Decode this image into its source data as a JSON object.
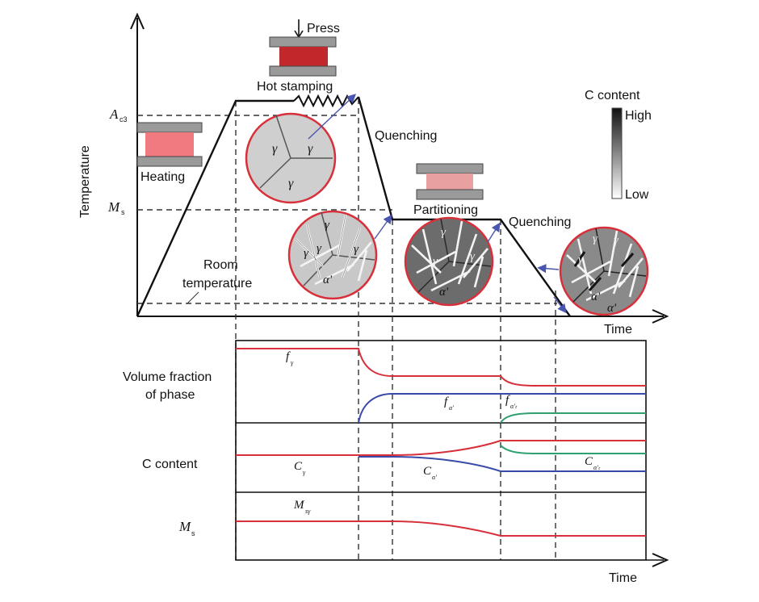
{
  "top": {
    "y_axis_label": "Temperature",
    "x_axis_label": "Time",
    "ac3_main": "A",
    "ac3_sub": "c3",
    "ms_label": "M",
    "ms_sub": "s",
    "room_temperature_line1": "Room",
    "room_temperature_line2": "temperature",
    "press_label": "Press",
    "hot_stamping_label": "Hot stamping",
    "heating_label": "Heating",
    "partitioning_label": "Partitioning",
    "quenching_label_1": "Quenching",
    "quenching_label_2": "Quenching"
  },
  "legend": {
    "title": "C content",
    "high": "High",
    "low": "Low"
  },
  "phases": {
    "gamma": "γ",
    "alpha_prime": "α'"
  },
  "bottom": {
    "volume_fraction_line1": "Volume fraction",
    "volume_fraction_line2": "of phase",
    "c_content_label": "C content",
    "ms_main": "M",
    "ms_sub": "s",
    "x_axis_label": "Time",
    "f_gamma_main": "f",
    "f_gamma_sub": "γ",
    "f_alpha_main": "f",
    "f_alpha_sub": "α'",
    "f_alpha_t_main": "f",
    "f_alpha_t_sub": "α'ₜ",
    "c_gamma_main": "C",
    "c_gamma_sub": "γ",
    "c_alpha_main": "C",
    "c_alpha_sub": "α'",
    "c_alpha_t_main": "C",
    "c_alpha_t_sub": "α'ₜ",
    "ms_gamma_main": "M",
    "ms_gamma_sub": "sγ"
  },
  "colors": {
    "red_curve": "#d8303a",
    "blue_curve": "#3a4aa8",
    "green_curve": "#2fa070",
    "circle_border": "#d8303a",
    "arrow": "#4a55b0",
    "press_dark": "#c0282c",
    "press_light": "#f07a80",
    "press_pale": "#e8a0a0"
  }
}
